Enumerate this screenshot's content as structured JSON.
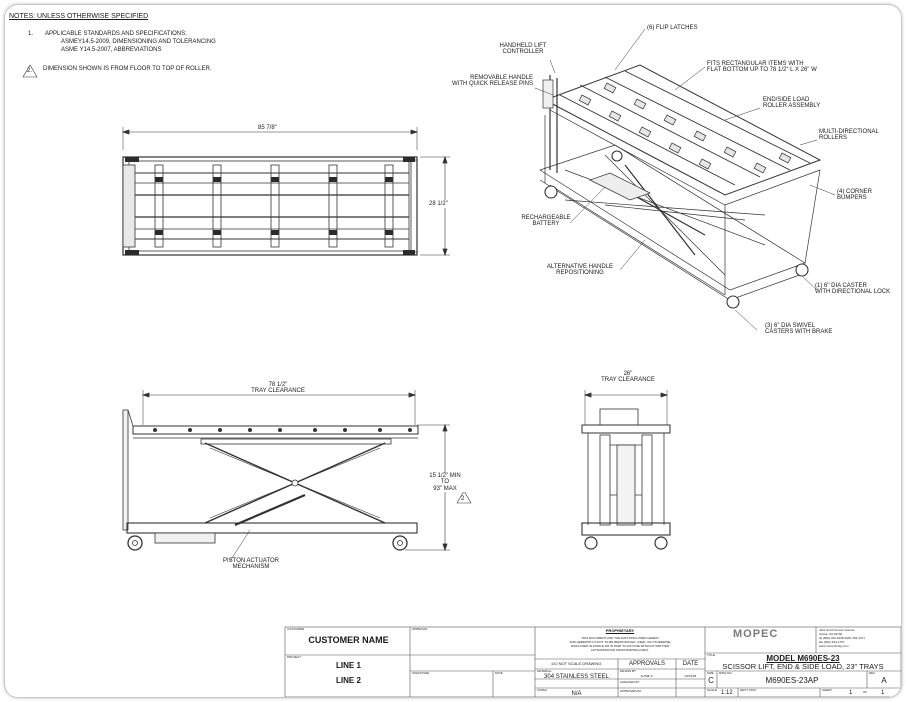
{
  "notes": {
    "heading": "NOTES: UNLESS OTHERWISE SPECIFIED",
    "n1_num": "1.",
    "n1_line1": "APPLICABLE STANDARDS AND SPECIFICATIONS;",
    "n1_line2": "ASMEY14.5-2009, DIMENSIONING AND TOLERANCING",
    "n1_line3": "ASME Y14.5-2007, ABBREVIATIONS",
    "n2_num": "2.",
    "n2_text": "DIMENSION SHOWN IS FROM FLOOR TO TOP OF ROLLER."
  },
  "dims": {
    "top_length": "85 7/8\"",
    "top_width": "28 1/2\"",
    "side_clearance": "78 1/2\"",
    "side_clearance_label": "TRAY CLEARANCE",
    "height_min": "15 1/2\" MIN",
    "height_to": "TO",
    "height_max": "93\" MAX",
    "height_flag": "2",
    "end_clearance": "26\"",
    "end_clearance_label": "TRAY CLEARANCE"
  },
  "callouts": {
    "handheld_1": "HANDHELD LIFT",
    "handheld_2": "CONTROLLER",
    "flip_latches": "(6) FLIP LATCHES",
    "removable_1": "REMOVABLE HANDLE",
    "removable_2": "WITH QUICK RELEASE PINS",
    "fits_1": "FITS RECTANGULAR ITEMS WITH",
    "fits_2": "FLAT BOTTOM UP TO 78 1/2\" L X 26\" W",
    "roller_1": "END/SIDE LOAD",
    "roller_2": "ROLLER ASSEMBLY",
    "multi_1": "MULTI-DIRECTIONAL",
    "multi_2": "ROLLERS",
    "bumpers_1": "(4) CORNER",
    "bumpers_2": "BUMPERS",
    "battery_1": "RECHARGEABLE",
    "battery_2": "BATTERY",
    "alt_handle_1": "ALTERNATIVE HANDLE",
    "alt_handle_2": "REPOSITIONING",
    "caster_lock_1": "(1) 6\" DIA CASTER",
    "caster_lock_2": "WITH DIRECTIONAL LOCK",
    "swivel_1": "(3) 6\" DIA SWIVEL",
    "swivel_2": "CASTERS WITH BRAKE",
    "piston_1": "PISTON ACTUATOR",
    "piston_2": "MECHANISM"
  },
  "title_block": {
    "customer_label": "CUSTOMER",
    "customer_name": "CUSTOMER NAME",
    "approval_label": "APPROVAL",
    "project_label": "PROJECT",
    "line1": "LINE 1",
    "line2": "LINE 2",
    "signature_label": "SIGNATURE",
    "date_label": "DATE",
    "proprietary_heading": "PROPRIETARY",
    "proprietary_1": "THIS DOCUMENT AND THE DATA DISCLOSED HEREIN",
    "proprietary_2": "AND HEREWITH IS NOT TO BE REPRODUCED, USED, OR OTHERWISE",
    "proprietary_3": "DISCLOSED IN WHOLE OR IN PART TO ANYONE WITHOUT WRITTEN",
    "proprietary_4": "AUTHORIZATION FROM MORTECH MFG.",
    "do_not_scale": "DO NOT SCALE DRAWING",
    "approvals": "APPROVALS",
    "date_col": "DATE",
    "drawn_by_label": "DRAWN BY",
    "drawn_by_value": "SUSIE S.",
    "drawn_date": "03/13/25",
    "material_label": "MATERIAL",
    "material_value": "304 STAINLESS STEEL",
    "checked_by_label": "CHECKED BY",
    "finish_label": "FINISH",
    "finish_value": "N/A",
    "approved_by_label": "APPROVED BY",
    "brand": "MOPEC",
    "address_1": "4111 North Armour Avenue",
    "address_2": "Azusa, CA 91702",
    "address_3": "tel (800) 423-0128 (626) 334-1471",
    "address_4": "fax (626) 334-1770",
    "address_5": "www.mortechmfg.com",
    "title_label": "TITLE",
    "model": "MODEL M690ES-23",
    "description": "SCISSOR LIFT, END & SIDE LOAD, 23\" TRAYS",
    "size_label": "SIZE",
    "size_value": "C",
    "dwg_label": "DWG NO.",
    "dwg_value": "M690ES-23AP",
    "rev_label": "REV",
    "rev_value": "A",
    "scale_label": "SCALE",
    "scale_value": "1:12",
    "next_assy_label": "NEXT ASSY",
    "sheet_label": "SHEET",
    "sheet_value": "1",
    "of_label": "OF",
    "sheet_total": "1"
  }
}
